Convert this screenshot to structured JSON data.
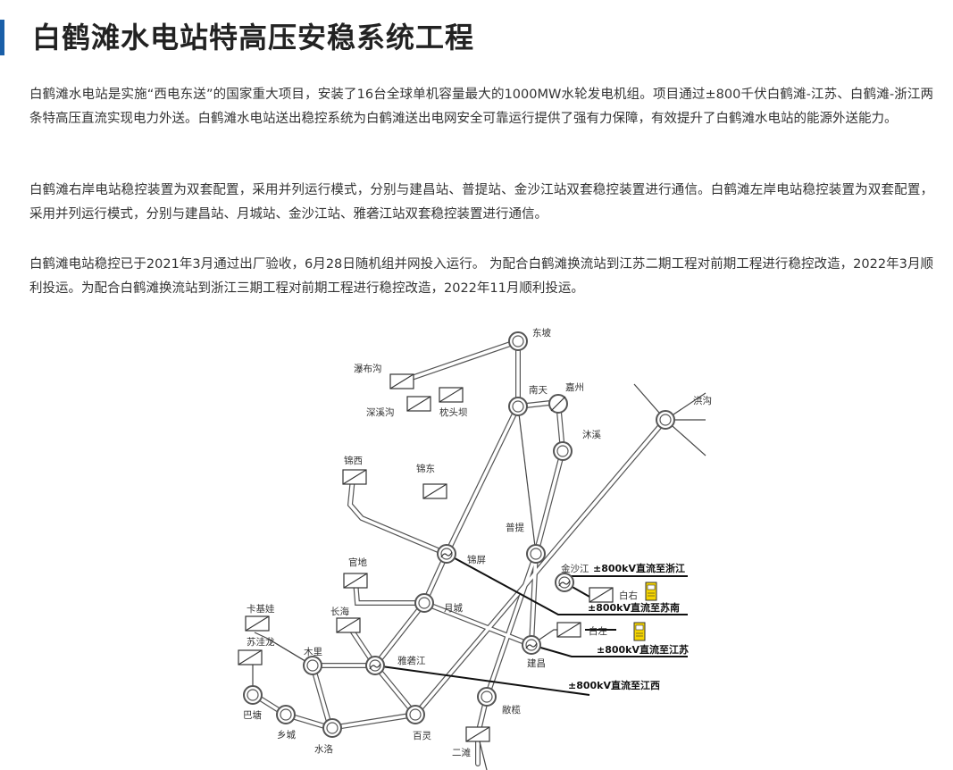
{
  "page": {
    "title": "白鹤滩水电站特高压安稳系统工程",
    "paragraphs": [
      "白鹤滩水电站是实施“西电东送”的国家重大项目，安装了16台全球单机容量最大的1000MW水轮发电机组。项目通过±800千伏白鹤滩-江苏、白鹤滩-浙江两条特高压直流实现电力外送。白鹤滩水电站送出稳控系统为白鹤滩送出电网安全可靠运行提供了强有力保障，有效提升了白鹤滩水电站的能源外送能力。",
      "白鹤滩右岸电站稳控装置为双套配置，采用并列运行模式，分别与建昌站、普提站、金沙江站双套稳控装置进行通信。白鹤滩左岸电站稳控装置为双套配置，采用并列运行模式，分别与建昌站、月城站、金沙江站、雅砻江站双套稳控装置进行通信。",
      "白鹤滩电站稳控已于2021年3月通过出厂验收，6月28日随机组并网投入运行。 为配合白鹤滩换流站到江苏二期工程对前期工程进行稳控改造，2022年3月顺利投运。为配合白鹤滩换流站到浙江三期工程对前期工程进行稳控改造，2022年11月顺利投运。"
    ]
  },
  "diagram": {
    "stations": {
      "dongpo": "东坡",
      "pubugou": "瀑布沟",
      "shenxigou": "深溪沟",
      "zhentouba": "枕头坝",
      "nantian": "南天",
      "jiazhou": "嘉州",
      "muxi": "沐溪",
      "hongou": "洪沟",
      "jinxi": "锦西",
      "jindong": "锦东",
      "puti": "普提",
      "jinping": "锦屏",
      "jinshajiang": "金沙江",
      "guandi": "官地",
      "yuecheng": "月城",
      "baiyou": "白右",
      "baizuo": "白左",
      "kajiwa": "卡基娃",
      "changhai": "长海",
      "suwalong": "苏洼龙",
      "muli": "木里",
      "yalongjiang": "雅砻江",
      "jianchang": "建昌",
      "batang": "巴塘",
      "xiangcheng": "乡城",
      "shuiluo": "水洛",
      "bailing": "百灵",
      "sitan": "敝榄",
      "ertan": "二滩"
    },
    "dc_lines": {
      "zhejiang": "±800kV直流至浙江",
      "sunan": "±800kV直流至苏南",
      "jiangsu": "±800kV直流至江苏",
      "jiangxi": "±800kV直流至江西"
    }
  }
}
